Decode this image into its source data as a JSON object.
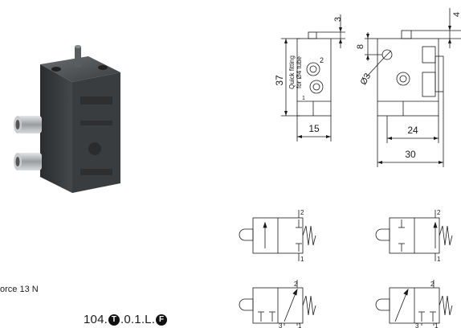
{
  "caption": {
    "force_text": "orce 13 N"
  },
  "order_code": {
    "part1": "104.",
    "badge1": "T",
    "part2": ".0.1.L.",
    "badge2": "F"
  },
  "front_view": {
    "height_dim": "37",
    "top_dim": "3",
    "width_dim": "15",
    "fitting_note_line1": "Quick fitting",
    "fitting_note_line2": "for Ø4 tube",
    "port_upper": "2",
    "port_lower": "1"
  },
  "side_view": {
    "top_dim": "4",
    "side_dim": "8",
    "hole_dim": "Ø3",
    "inner_width_dim": "24",
    "outer_width_dim": "30"
  },
  "symbols": {
    "sym1_port_top": "2",
    "sym1_port_bottom": "1",
    "sym2_port_top": "2",
    "sym2_port_bottom": "1",
    "sym3_port_top": "2",
    "sym3_port_left": "3",
    "sym3_port_right": "1",
    "sym4_port_top": "2",
    "sym4_port_left": "3",
    "sym4_port_right": "1"
  },
  "colors": {
    "line": "#1a1a1a",
    "valve_body": "#3a3d40",
    "fitting": "#b9bcbf"
  }
}
